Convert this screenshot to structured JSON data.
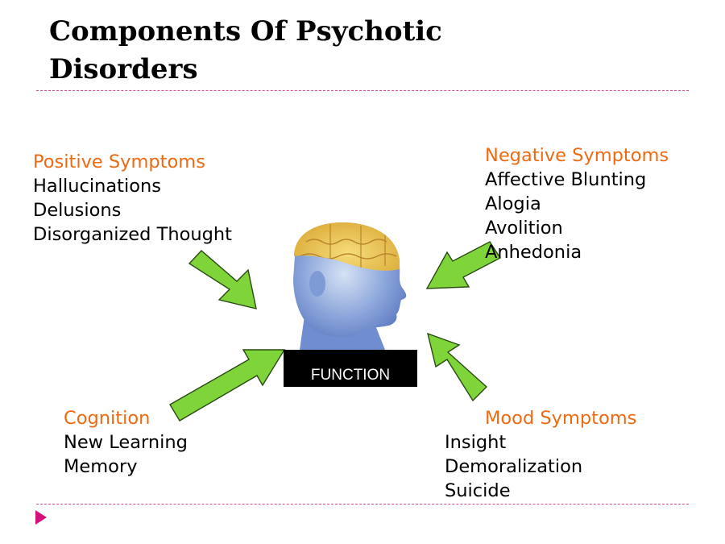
{
  "title": "Components Of Psychotic Disorders",
  "colors": {
    "heading": "#ee6a12",
    "arrow": "#7fd43a",
    "rule": "#d04a8e",
    "bullet": "#d4117a"
  },
  "center_label": "FUNCTION",
  "groups": {
    "positive": {
      "heading": "Positive Symptoms",
      "items": [
        "Hallucinations",
        "Delusions",
        "Disorganized Thought"
      ]
    },
    "negative": {
      "heading": "Negative Symptoms",
      "items": [
        "Affective Blunting",
        "Alogia",
        "Avolition",
        "Anhedonia"
      ]
    },
    "cognition": {
      "heading": "Cognition",
      "items": [
        "New Learning",
        "Memory"
      ]
    },
    "mood": {
      "heading": "Mood Symptoms",
      "items": [
        "Insight",
        "Demoralization",
        "Suicide"
      ]
    }
  },
  "icons": {
    "center": "brain-head-icon",
    "arrows": "green-arrow-icon",
    "bullet": "bullet-triangle-icon"
  }
}
